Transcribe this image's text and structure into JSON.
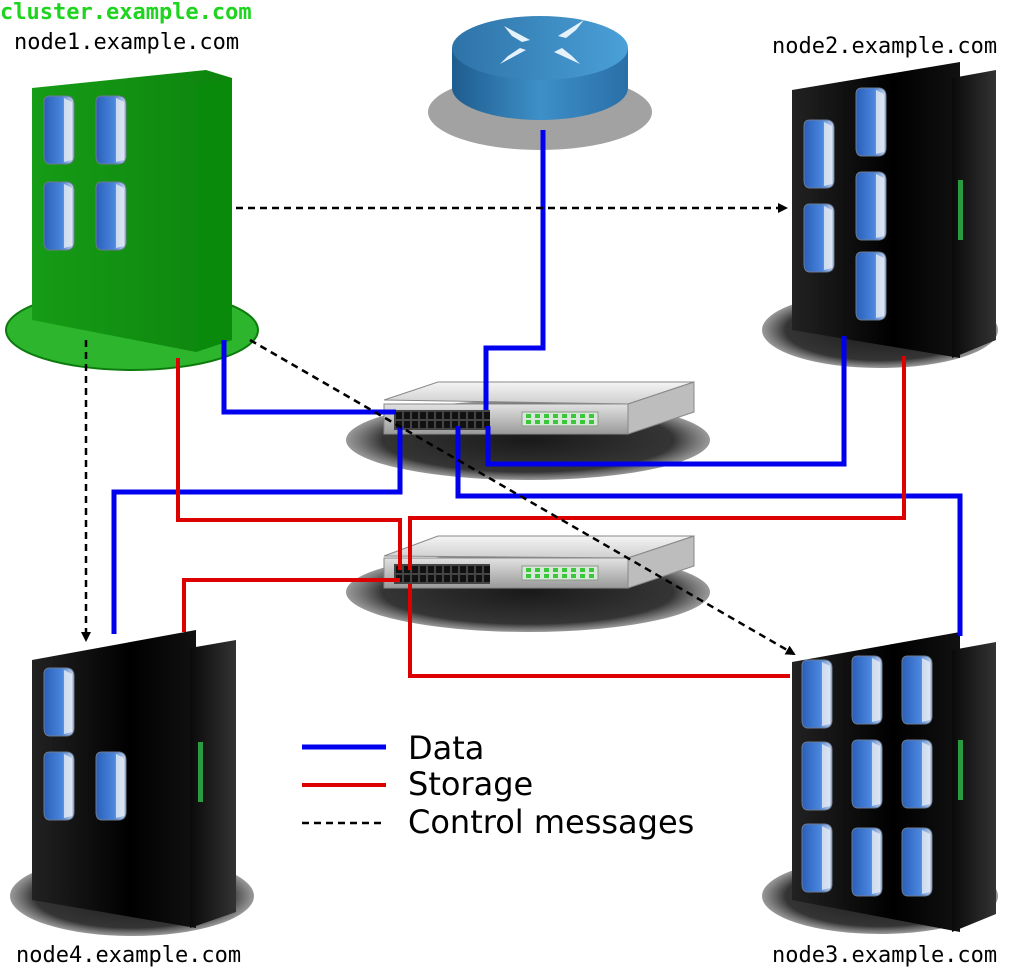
{
  "cluster_label": "cluster.example.com",
  "nodes": {
    "node1": {
      "label": "node1.example.com"
    },
    "node2": {
      "label": "node2.example.com"
    },
    "node3": {
      "label": "node3.example.com"
    },
    "node4": {
      "label": "node4.example.com"
    }
  },
  "legend": {
    "data": "Data",
    "storage": "Storage",
    "control": "Control messages"
  },
  "colors": {
    "data": "#0000ee",
    "storage": "#dd0000",
    "control": "#000000",
    "active_node": "#108f10",
    "router": "#3a8fc8"
  }
}
